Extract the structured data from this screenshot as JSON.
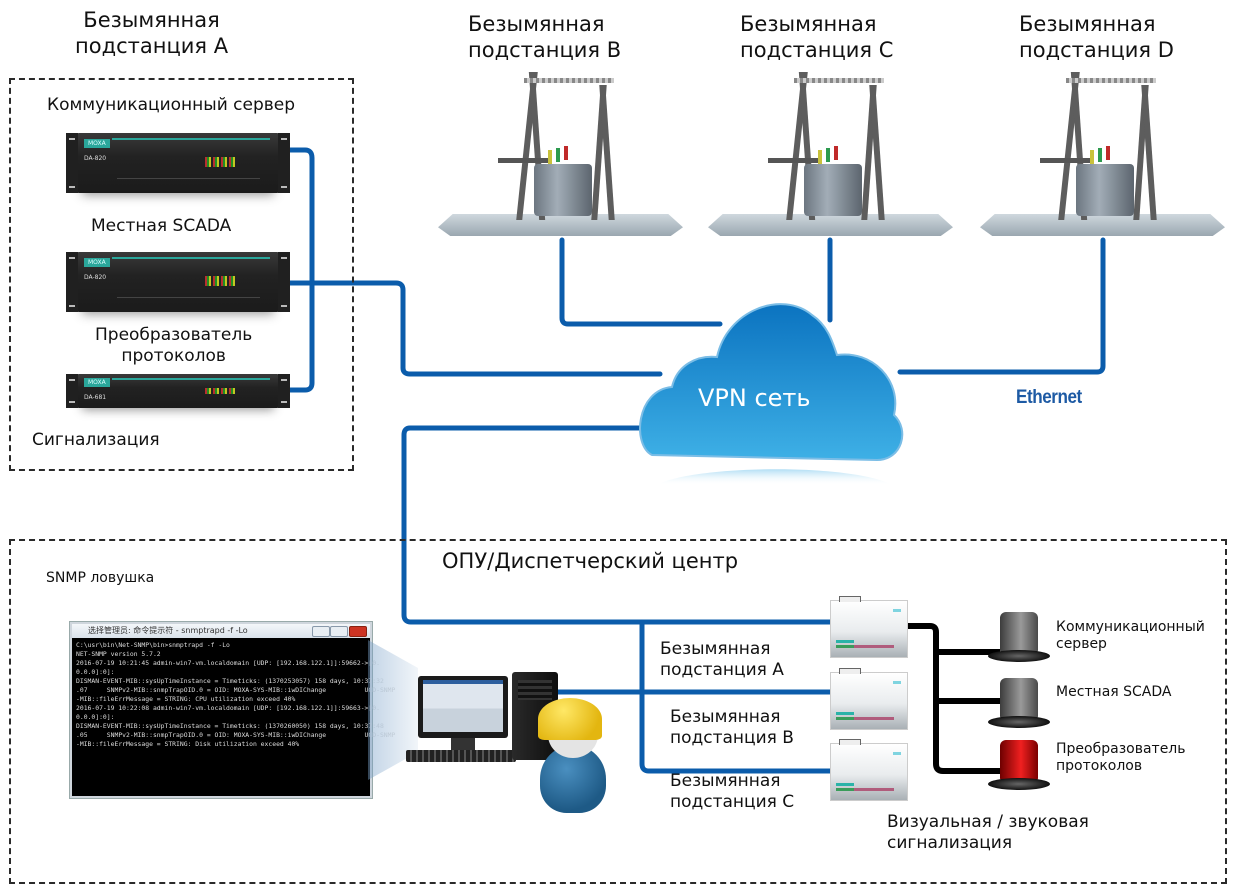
{
  "substations_top": [
    {
      "name_line1": "Безымянная",
      "name_line2": "подстанция B"
    },
    {
      "name_line1": "Безымянная",
      "name_line2": "подстанция C"
    },
    {
      "name_line1": "Безымянная",
      "name_line2": "подстанция D"
    }
  ],
  "substation_a": {
    "title_line1": "Безымянная",
    "title_line2": "подстанция A",
    "devices": {
      "comm_server": "Коммуникационный сервер",
      "local_scada": "Местная SCADA",
      "protocol_converter_line1": "Преобразователь",
      "protocol_converter_line2": "протоколов",
      "alarm": "Сигнализация"
    },
    "rack_brand": "MOXA",
    "rack_models": [
      "DA-820",
      "DA-820",
      "DA-681"
    ]
  },
  "network": {
    "cloud_label": "VPN сеть",
    "link_label": "Ethernet"
  },
  "control_center": {
    "title": "ОПУ/Диспетчерский центр",
    "snmp_label": "SNMP ловушка",
    "terminal": {
      "window_title": "选择管理员: 命令提示符 - snmptrapd -f -Lo",
      "lines": [
        "C:\\usr\\bin\\Net-SNMP\\bin>snmptrapd -f -Lo",
        "NET-SNMP version 5.7.2",
        "2016-07-19 10:21:45 admin-win7-vm.localdomain [UDP: [192.168.122.1]]:59662->[0.",
        "0.0.0]:0]:",
        "DISMAN-EVENT-MIB::sysUpTimeInstance = Timeticks: (1370253057) 158 days, 10:37:32",
        ".07     SNMPv2-MIB::snmpTrapOID.0 = OID: MOXA-SYS-MIB::iwDIChange          UCD-SNMP",
        "-MIB::fileErrMessage = STRING: CPU utilization exceed 40%",
        "2016-07-19 10:22:08 admin-win7-vm.localdomain [UDP: [192.168.122.1]]:59663->[0.",
        "0.0.0]:0]:",
        "DISMAN-EVENT-MIB::sysUpTimeInstance = Timeticks: (1370260050) 158 days, 10:37:48",
        ".05     SNMPv2-MIB::snmpTrapOID.0 = OID: MOXA-SYS-MIB::iwDIChange          UCD-SNMP",
        "-MIB::fileErrMessage = STRING: Disk utilization exceed 40%"
      ]
    },
    "branches": [
      {
        "line1": "Безымянная",
        "line2": "подстанция A"
      },
      {
        "line1": "Безымянная",
        "line2": "подстанция B"
      },
      {
        "line1": "Безымянная",
        "line2": "подстанция C"
      }
    ],
    "beacons": [
      {
        "line1": "Коммуникационный",
        "line2": "сервер",
        "state": "off",
        "color": "#8a8a8a"
      },
      {
        "line1": "Местная SCADA",
        "line2": "",
        "state": "off",
        "color": "#8a8a8a"
      },
      {
        "line1": "Преобразователь",
        "line2": "протоколов",
        "state": "on",
        "color": "#e01818"
      }
    ],
    "alarm_caption_line1": "Визуальная / звуковая",
    "alarm_caption_line2": "сигнализация"
  },
  "colors": {
    "wire_blue": "#0b5cab",
    "wire_black": "#000000",
    "cloud_top": "#0b73c0",
    "cloud_bottom": "#3eb0e6",
    "ethernet_text": "#1d5aa4",
    "alarm_red": "#e01818"
  }
}
